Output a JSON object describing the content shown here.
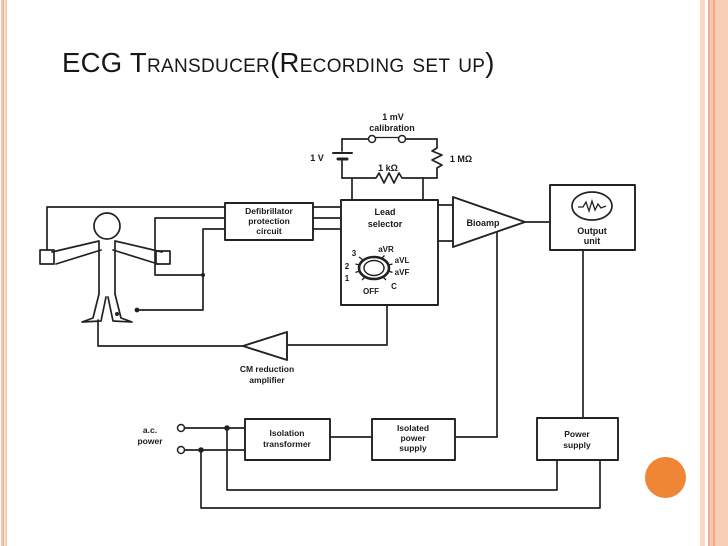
{
  "slide": {
    "title": "ECG Transducer(Recording set up)",
    "accent_circle_color": "#EF8635",
    "border_stripe_color": "#F5C6AB",
    "ink_color": "#222222"
  },
  "diagram": {
    "calibration": {
      "line1": "1 mV",
      "line2": "calibration"
    },
    "source_label": "1 V",
    "series_resistor": "1 kΩ",
    "shunt_resistor": "1 MΩ",
    "defibrillator": {
      "line1": "Defibrillator",
      "line2": "protection",
      "line3": "circuit"
    },
    "lead_selector": {
      "line1": "Lead",
      "line2": "selector"
    },
    "dial": {
      "positions": [
        "3",
        "2",
        "1",
        "OFF",
        "C",
        "aVR",
        "aVL",
        "aVF"
      ]
    },
    "bioamp": "Bioamp",
    "output_unit": {
      "line1": "Output",
      "line2": "unit"
    },
    "cm_amplifier": {
      "line1": "CM reduction",
      "line2": "amplifier"
    },
    "ac_power": {
      "line1": "a.c.",
      "line2": "power"
    },
    "isolation_transformer": {
      "line1": "Isolation",
      "line2": "transformer"
    },
    "isolated_power_supply": {
      "line1": "Isolated",
      "line2": "power",
      "line3": "supply"
    },
    "power_supply": {
      "line1": "Power",
      "line2": "supply"
    }
  }
}
